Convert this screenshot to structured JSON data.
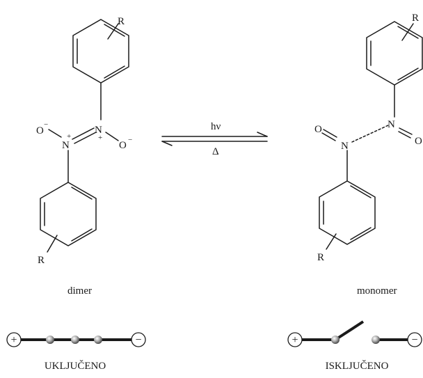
{
  "left_structure": {
    "r_top": "R",
    "r_bottom": "R",
    "o_left": "O",
    "o_left_charge": "−",
    "n_left": "N",
    "n_left_charge": "+",
    "n_right": "N",
    "n_right_charge": "+",
    "o_right": "O",
    "o_right_charge": "−",
    "caption": "dimer"
  },
  "reaction": {
    "forward_label": "hν",
    "reverse_label": "Δ"
  },
  "right_structure": {
    "r_top": "R",
    "r_bottom": "R",
    "o_left": "O",
    "n_left": "N",
    "n_right": "N",
    "o_right": "O",
    "caption": "monomer"
  },
  "switch_on": {
    "plus": "+",
    "minus": "−",
    "label": "UKLJUČENO"
  },
  "switch_off": {
    "plus": "+",
    "minus": "−",
    "label": "ISKLJUČENO"
  },
  "colors": {
    "ink": "#1a1a1a",
    "bead": "#9a9a9a"
  }
}
